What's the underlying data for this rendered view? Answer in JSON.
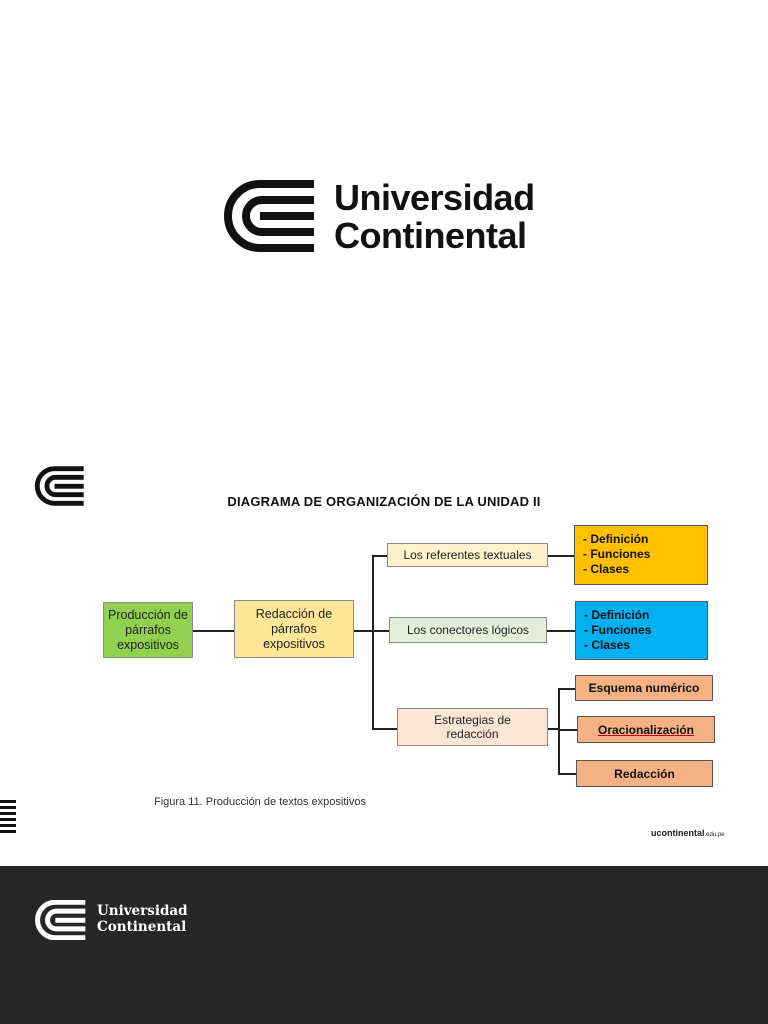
{
  "cover": {
    "brand_line1": "Universidad",
    "brand_line2": "Continental"
  },
  "slide": {
    "title": "DIAGRAMA DE ORGANIZACIÓN DE LA UNIDAD II",
    "root": "Producción de párrafos expositivos",
    "level1": "Redacción de párrafos expositivos",
    "branches": [
      {
        "label": "Los referentes textuales",
        "items": [
          "- Definición",
          "- Funciones",
          "- Clases"
        ]
      },
      {
        "label": "Los conectores lógicos",
        "items": [
          "- Definición",
          "- Funciones",
          "- Clases"
        ]
      },
      {
        "label": "Estrategias de redacción",
        "items": [
          "Esquema numérico",
          "Oracionalización",
          "Redacción"
        ]
      }
    ],
    "caption": "Figura 11. Producción de textos expositivos",
    "site": "ucontinental",
    "site_suffix": ".edu.pe"
  },
  "footer": {
    "brand_line1": "Universidad",
    "brand_line2": "Continental"
  },
  "colors": {
    "root_fill": "#92d050",
    "level1_fill": "#ffe699",
    "referentes_fill": "#fff2cc",
    "conectores_fill": "#e2f0d9",
    "estrategias_fill": "#fbe5d6",
    "referentes_items_fill": "#ffc000",
    "conectores_items_fill": "#00b0f0",
    "estrategias_items_fill": "#f4b183",
    "footer_bg": "#262626"
  }
}
